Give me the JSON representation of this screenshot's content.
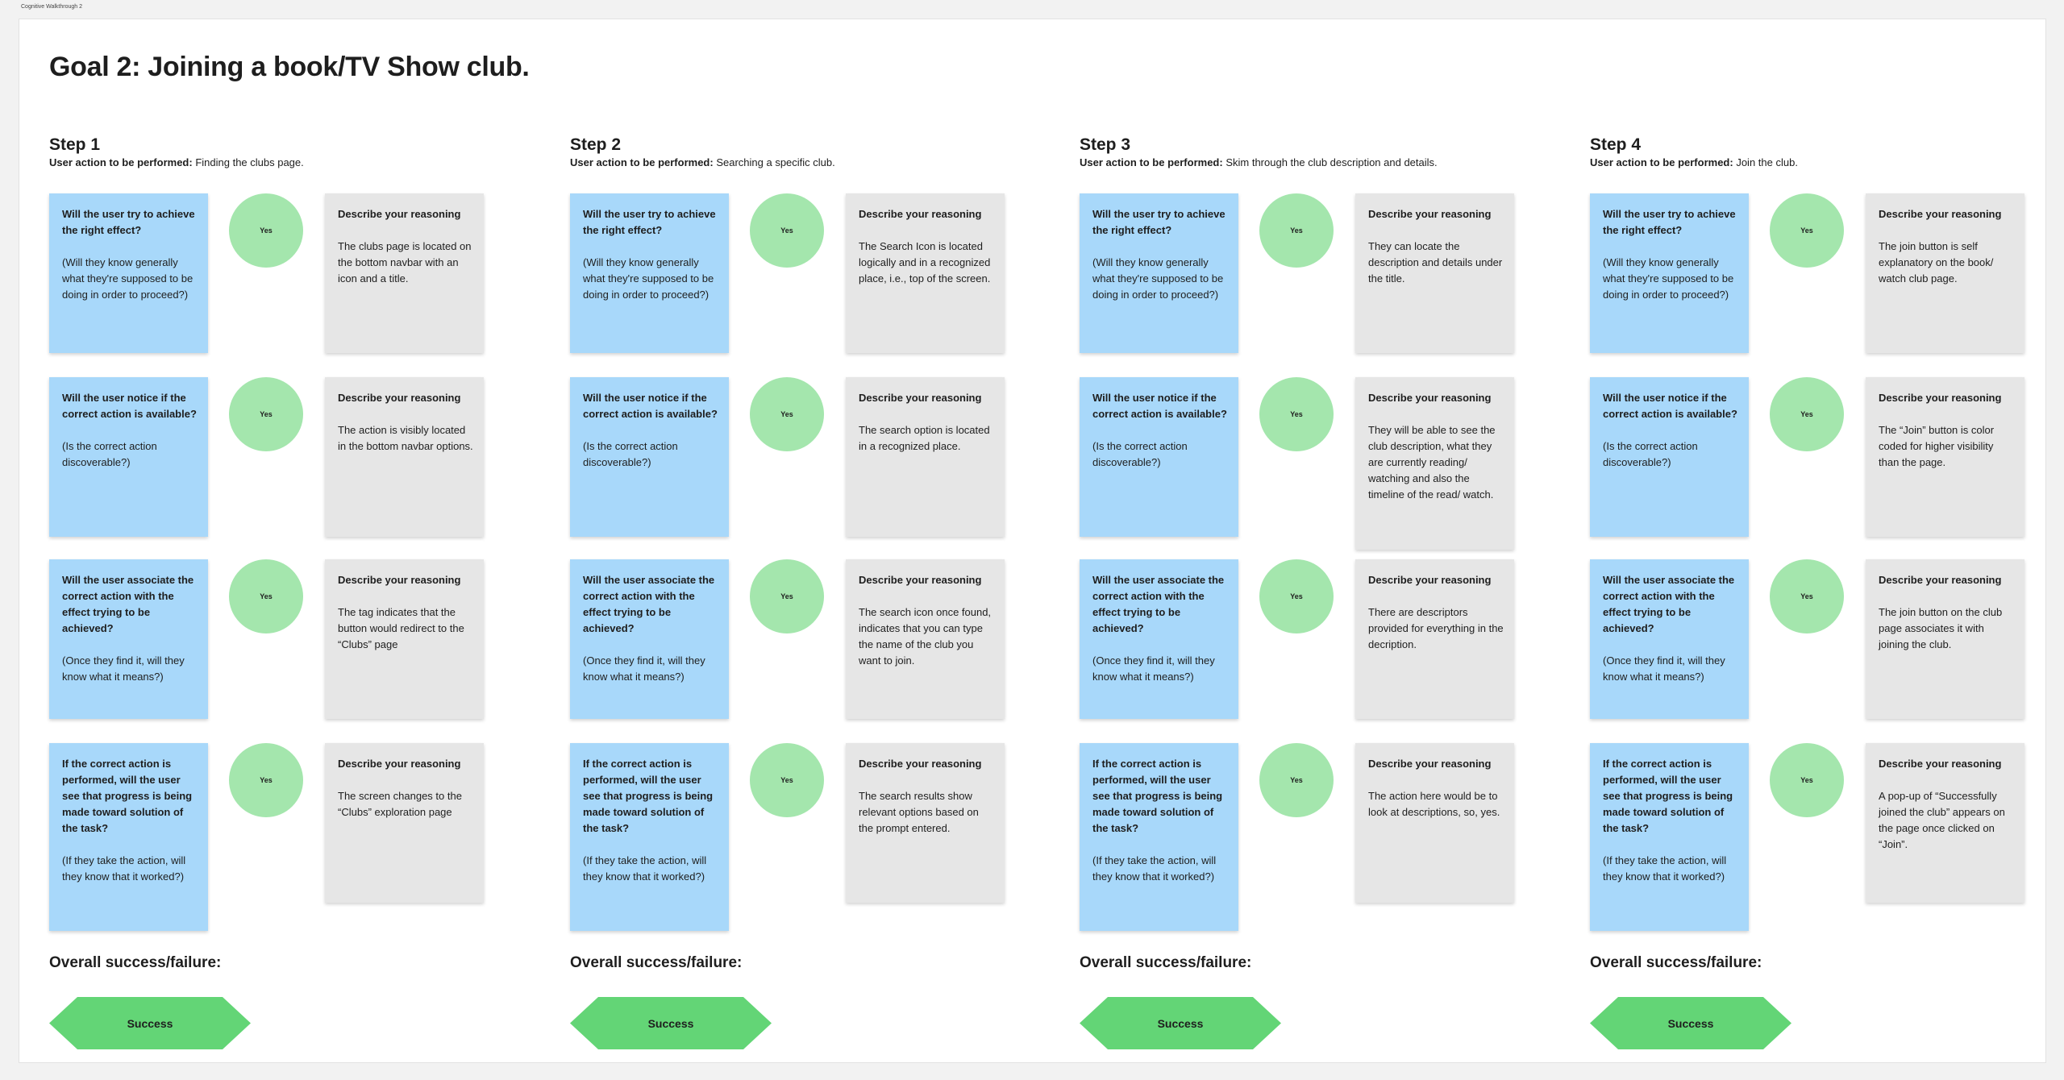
{
  "frame_label": "Cognitive Walkthrough 2",
  "goal_title": "Goal 2: Joining a book/TV Show club.",
  "action_prefix": "User action to be performed:",
  "overall_label": "Overall success/failure:",
  "questions": [
    {
      "main": "Will the user try to achieve the right effect?",
      "sub": "(Will they know generally what they're supposed to be doing in order to proceed?)"
    },
    {
      "main": "Will the user notice if the correct action is available?",
      "sub": "(Is the correct action discoverable?)"
    },
    {
      "main": "Will the user associate the correct action with the effect trying to be achieved?",
      "sub": "(Once they find it, will they know what it means?)"
    },
    {
      "main": "If the correct action is performed, will the user see that progress is being made toward solution of the task?",
      "sub": "(If they take the action, will they know that it worked?)"
    }
  ],
  "reasoning_heading": "Describe your reasoning",
  "steps": [
    {
      "title": "Step 1",
      "action": "Finding the clubs page.",
      "answers": [
        "Yes",
        "Yes",
        "Yes",
        "Yes"
      ],
      "reasons": [
        "The clubs page is located on the bottom navbar with an icon and a title.",
        "The action is visibly located in the bottom navbar options.",
        "The tag indicates that the button would redirect to the “Clubs” page",
        "The screen changes to the “Clubs” exploration page"
      ],
      "result": "Success"
    },
    {
      "title": "Step 2",
      "action": "Searching a specific club.",
      "answers": [
        "Yes",
        "Yes",
        "Yes",
        "Yes"
      ],
      "reasons": [
        "The Search Icon is located logically and in a recognized place, i.e., top of the screen.",
        "The search option is located in a recognized place.",
        "The search icon once found, indicates that you can type the name of the club you want to join.",
        "The search results show relevant options based on the prompt entered."
      ],
      "result": "Success"
    },
    {
      "title": "Step 3",
      "action": "Skim through the club description and details.",
      "answers": [
        "Yes",
        "Yes",
        "Yes",
        "Yes"
      ],
      "reasons": [
        "They can locate the description and details under the title.",
        "They will be able to see the club description, what they are currently reading/ watching and also the timeline of the read/ watch.",
        "There are descriptors provided for everything in the decription.",
        "The action here would be to look at  descriptions, so, yes."
      ],
      "result": "Success"
    },
    {
      "title": "Step 4",
      "action": "Join the club.",
      "answers": [
        "Yes",
        "Yes",
        "Yes",
        "Yes"
      ],
      "reasons": [
        "The join button is self explanatory on the book/ watch club page.",
        "The “Join” button is color coded for higher visibility than the page.",
        "The join button on the club page associates it with joining the club.",
        "A pop-up of “Successfully joined the club” appears on the page once clicked on “Join”."
      ],
      "result": "Success"
    }
  ],
  "colors": {
    "question_card": "#a8d8fa",
    "reasoning_card": "#e6e6e6",
    "yes_circle": "#a4e6ad",
    "success_shape": "#63d576"
  }
}
